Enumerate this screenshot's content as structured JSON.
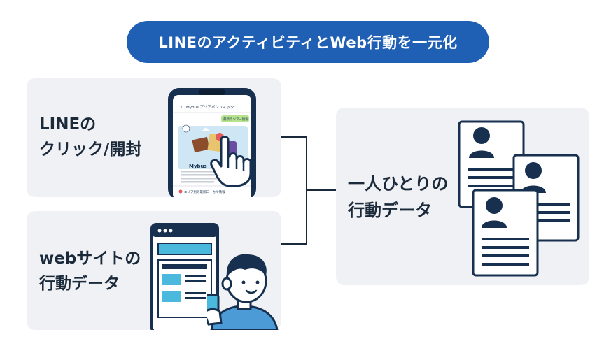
{
  "title": "LINEのアクティビティとWeb行動を一元化",
  "line_panel": {
    "line1": "LINEの",
    "line2": "クリック/開封",
    "phone": {
      "app_name": "Mybus アジアパシフィック",
      "menu_tag": "最新のツアー情報",
      "card_title": "Mybus",
      "footer_text": "エリア別の最新ローカル情報"
    }
  },
  "web_panel": {
    "line1": "webサイトの",
    "line2": "行動データ"
  },
  "person_panel": {
    "line1": "一人ひとりの",
    "line2": "行動データ"
  },
  "colors": {
    "accent": "#1f5fb4",
    "panel_bg": "#f0f1f4",
    "navy": "#17304f",
    "connector": "#1b2a3a",
    "web_blue": "#4ab9dd",
    "line_green": "#b7e38e"
  },
  "icons": [
    "hand-pointer-icon",
    "profile-card-icon",
    "person-illustration"
  ]
}
